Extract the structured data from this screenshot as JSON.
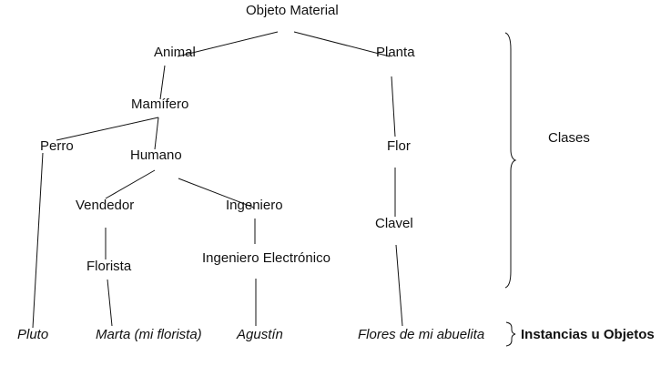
{
  "nodes": {
    "root": "Objeto Material",
    "animal": "Animal",
    "planta": "Planta",
    "mamifero": "Mamífero",
    "perro": "Perro",
    "humano": "Humano",
    "flor": "Flor",
    "vendedor": "Vendedor",
    "ingeniero": "Ingeniero",
    "clavel": "Clavel",
    "florista": "Florista",
    "ing_electronico": "Ingeniero Electrónico"
  },
  "instances": {
    "pluto": "Pluto",
    "marta": "Marta (mi florista)",
    "agustin": "Agustín",
    "flores": "Flores de mi abuelita"
  },
  "groups": {
    "clases": "Clases",
    "instancias": "Instancias u Objetos"
  }
}
